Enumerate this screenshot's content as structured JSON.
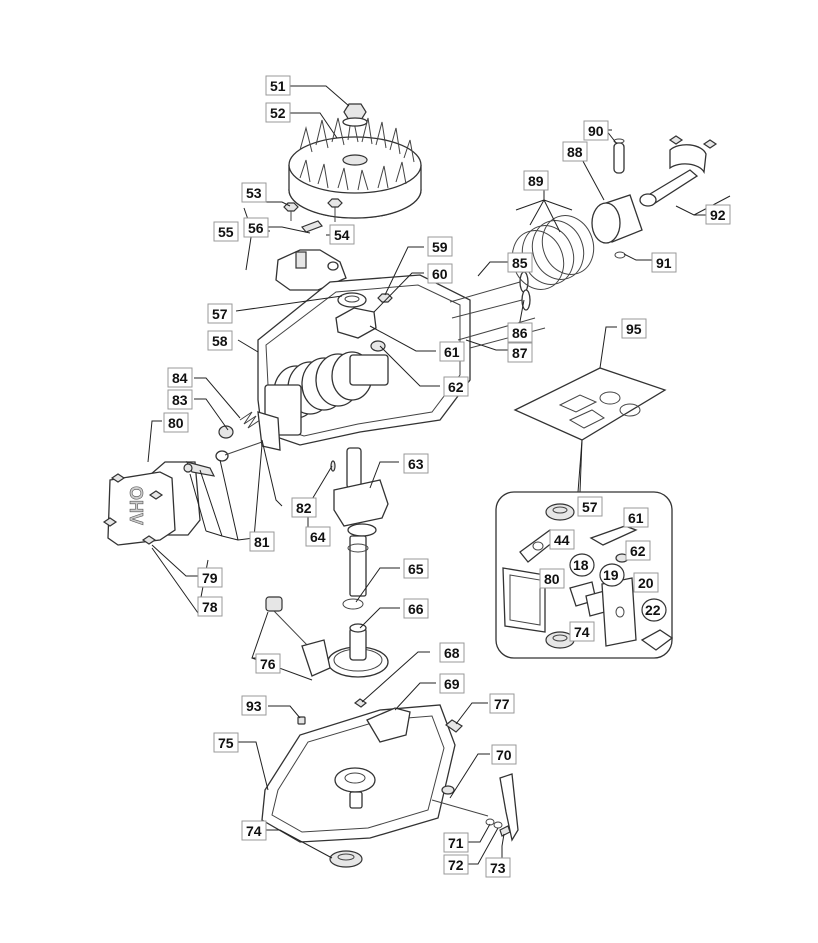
{
  "diagram": {
    "title": "Engine exploded parts diagram",
    "valve_cover_text": "OHV",
    "callouts": [
      {
        "id": "51",
        "part": "flywheel-nut"
      },
      {
        "id": "52",
        "part": "flywheel"
      },
      {
        "id": "53",
        "part": "screw"
      },
      {
        "id": "54",
        "part": "screw"
      },
      {
        "id": "55",
        "part": "brake-assembly"
      },
      {
        "id": "56",
        "part": "spring"
      },
      {
        "id": "57",
        "part": "oil-seal"
      },
      {
        "id": "58",
        "part": "crankcase"
      },
      {
        "id": "59",
        "part": "screw"
      },
      {
        "id": "60",
        "part": "breather-cover"
      },
      {
        "id": "61",
        "part": "breather-gasket"
      },
      {
        "id": "62",
        "part": "breather-valve"
      },
      {
        "id": "63",
        "part": "crankshaft"
      },
      {
        "id": "64",
        "part": "key"
      },
      {
        "id": "65",
        "part": "washer"
      },
      {
        "id": "66",
        "part": "camshaft"
      },
      {
        "id": "68",
        "part": "screw"
      },
      {
        "id": "69",
        "part": "governor"
      },
      {
        "id": "70",
        "part": "governor-shaft"
      },
      {
        "id": "71",
        "part": "washer"
      },
      {
        "id": "72",
        "part": "washer"
      },
      {
        "id": "73",
        "part": "pin"
      },
      {
        "id": "74",
        "part": "oil-seal"
      },
      {
        "id": "75",
        "part": "sump"
      },
      {
        "id": "76",
        "part": "dipstick"
      },
      {
        "id": "77",
        "part": "drain-plug"
      },
      {
        "id": "78",
        "part": "screw"
      },
      {
        "id": "79",
        "part": "valve-cover-gasket"
      },
      {
        "id": "80",
        "part": "valve-cover"
      },
      {
        "id": "81",
        "part": "rocker-assembly"
      },
      {
        "id": "82",
        "part": "rocker-plate"
      },
      {
        "id": "83",
        "part": "valve-keeper"
      },
      {
        "id": "84",
        "part": "valve-spring"
      },
      {
        "id": "85",
        "part": "valves"
      },
      {
        "id": "86",
        "part": "valve-seat"
      },
      {
        "id": "87",
        "part": "push-rods"
      },
      {
        "id": "88",
        "part": "piston"
      },
      {
        "id": "89",
        "part": "piston-rings"
      },
      {
        "id": "90",
        "part": "piston-pin"
      },
      {
        "id": "91",
        "part": "circlip"
      },
      {
        "id": "92",
        "part": "connecting-rod"
      },
      {
        "id": "93",
        "part": "dowel-pin"
      },
      {
        "id": "95",
        "part": "gasket-kit"
      }
    ],
    "kit_contents": {
      "square_labels": [
        "57",
        "61",
        "62",
        "44",
        "80",
        "74",
        "20"
      ],
      "circled_labels": [
        "18",
        "19",
        "22"
      ]
    }
  }
}
